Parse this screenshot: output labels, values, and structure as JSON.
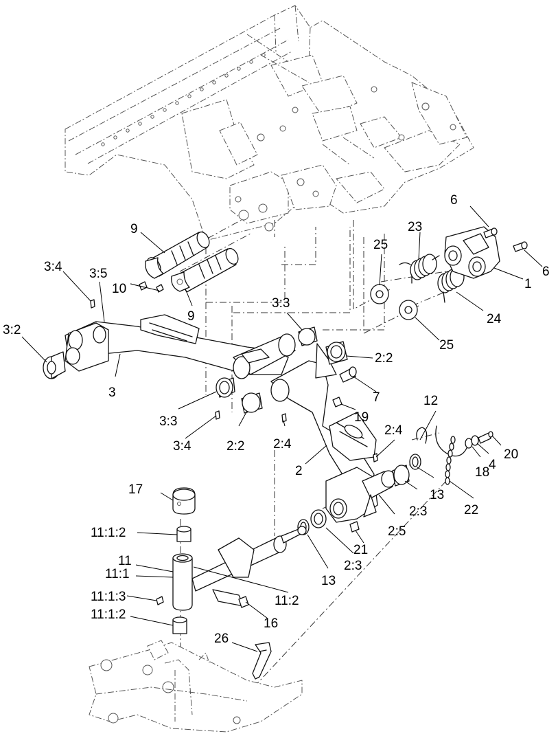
{
  "callouts": {
    "c1": "1",
    "c2": "2",
    "c2_2a": "2:2",
    "c2_2b": "2:2",
    "c2_3a": "2:3",
    "c2_3b": "2:3",
    "c2_4a": "2:4",
    "c2_4b": "2:4",
    "c2_5": "2:5",
    "c3": "3",
    "c3_2": "3:2",
    "c3_3a": "3:3",
    "c3_3b": "3:3",
    "c3_4a": "3:4",
    "c3_4b": "3:4",
    "c3_5": "3:5",
    "c4": "4",
    "c6a": "6",
    "c6b": "6",
    "c7": "7",
    "c9a": "9",
    "c9b": "9",
    "c10": "10",
    "c11": "11",
    "c11_1": "11:1",
    "c11_1_2a": "11:1:2",
    "c11_1_2b": "11:1:2",
    "c11_1_3": "11:1:3",
    "c11_2": "11:2",
    "c12": "12",
    "c13a": "13",
    "c13b": "13",
    "c16": "16",
    "c17": "17",
    "c18": "18",
    "c19": "19",
    "c20": "20",
    "c21": "21",
    "c22": "22",
    "c23": "23",
    "c24": "24",
    "c25a": "25",
    "c25b": "25",
    "c26": "26"
  }
}
